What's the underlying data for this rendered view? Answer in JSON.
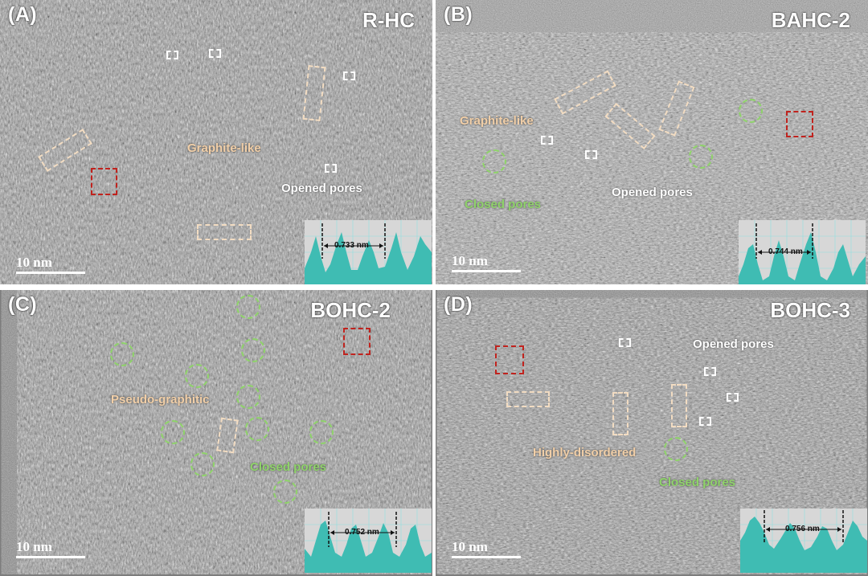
{
  "panels": [
    {
      "label": "(A)",
      "sample": "R-HC",
      "annotations": {
        "graphite": "Graphite-like",
        "opened": "Opened pores"
      },
      "scale_bar": "10 nm",
      "d_spacing": "0.733 nm"
    },
    {
      "label": "(B)",
      "sample": "BAHC-2",
      "annotations": {
        "graphite": "Graphite-like",
        "closed": "Closed pores",
        "opened": "Opened pores"
      },
      "scale_bar": "10 nm",
      "d_spacing": "0.744 nm"
    },
    {
      "label": "(C)",
      "sample": "BOHC-2",
      "annotations": {
        "pseudo": "Pseudo-graphitic",
        "closed": "Closed pores"
      },
      "scale_bar": "10 nm",
      "d_spacing": "0.752 nm"
    },
    {
      "label": "(D)",
      "sample": "BOHC-3",
      "annotations": {
        "opened": "Opened pores",
        "disordered": "Highly-disordered",
        "closed": "Closed pores"
      },
      "scale_bar": "10 nm",
      "d_spacing": "0.756 nm"
    }
  ],
  "colors": {
    "graphite_annotation": "#f1cfa8",
    "closed_pores": "#8fd36a",
    "opened_pores": "#ffffff",
    "selected_region": "#c0231e",
    "profile_fill": "#3fbcb3"
  }
}
